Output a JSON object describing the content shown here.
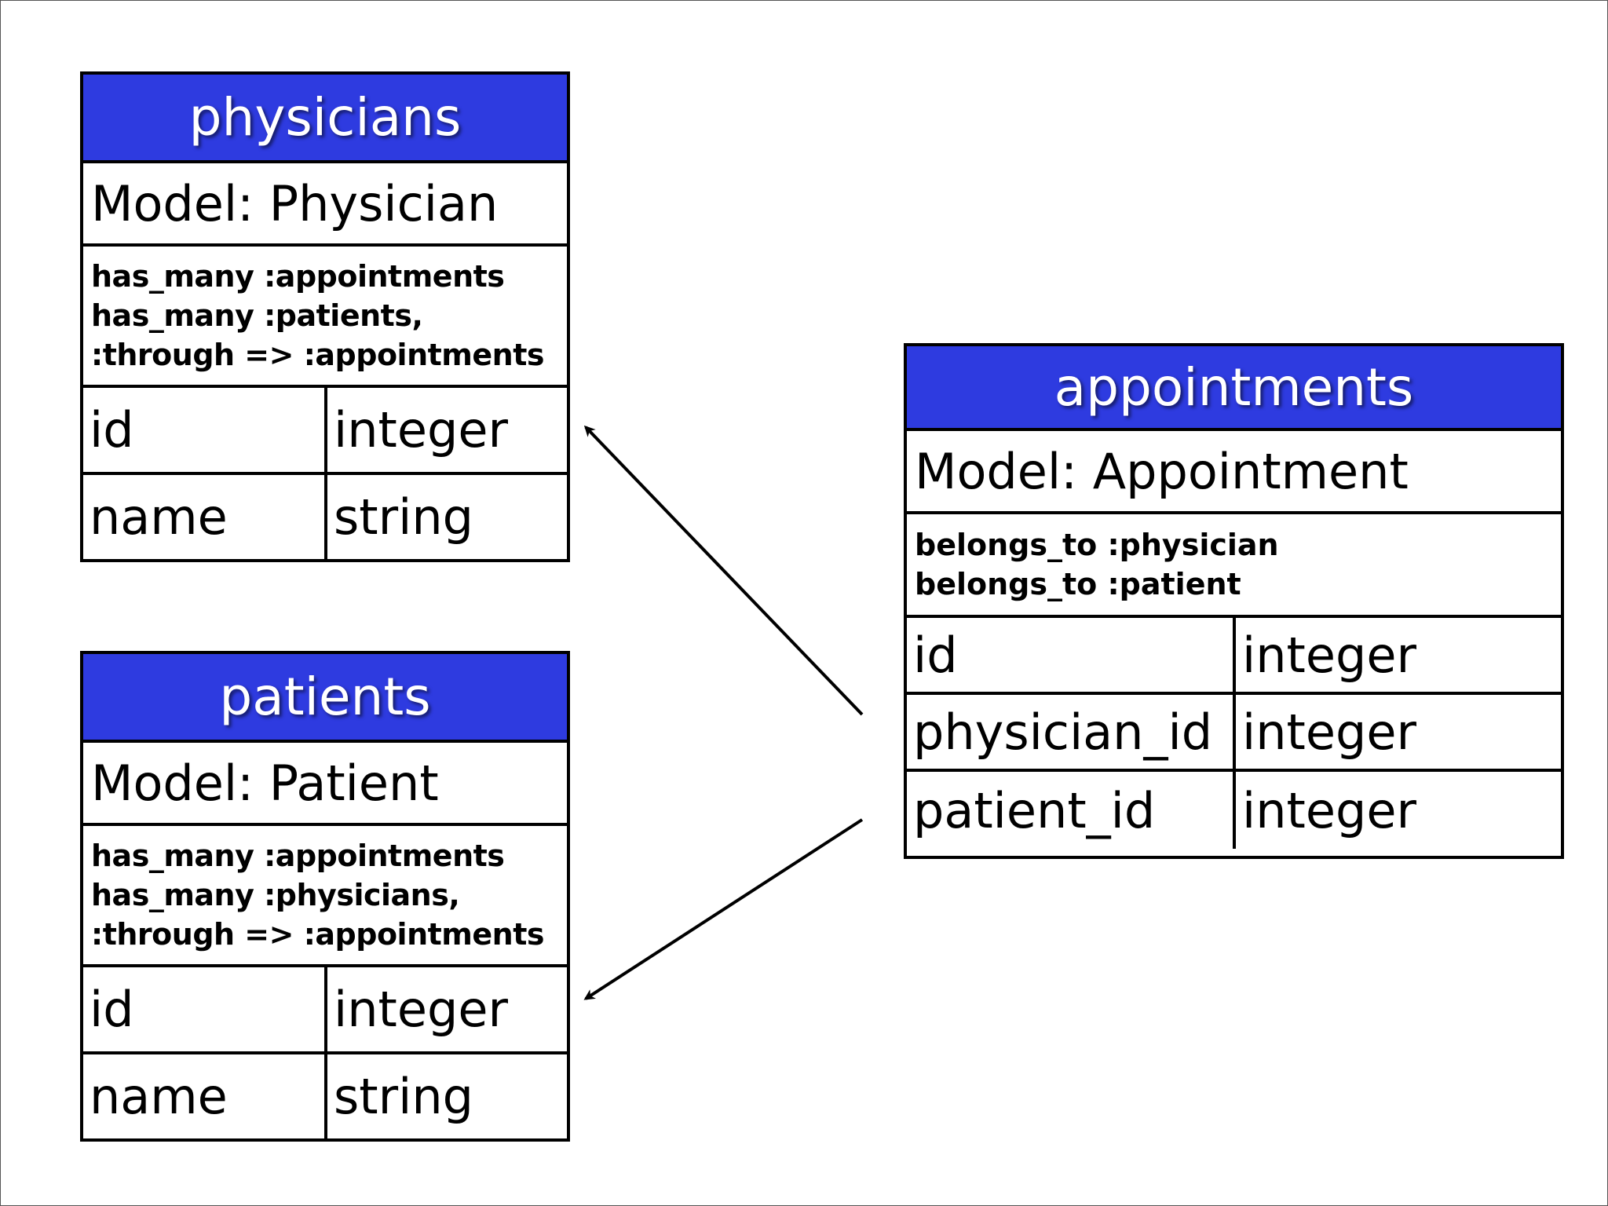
{
  "tables": {
    "physicians": {
      "title": "physicians",
      "model": "Model: Physician",
      "associations": [
        "has_many :appointments",
        "has_many :patients,",
        ":through => :appointments"
      ],
      "columns": [
        {
          "name": "id",
          "type": "integer"
        },
        {
          "name": "name",
          "type": "string"
        }
      ]
    },
    "patients": {
      "title": "patients",
      "model": "Model: Patient",
      "associations": [
        "has_many :appointments",
        "has_many :physicians,",
        ":through => :appointments"
      ],
      "columns": [
        {
          "name": "id",
          "type": "integer"
        },
        {
          "name": "name",
          "type": "string"
        }
      ]
    },
    "appointments": {
      "title": "appointments",
      "model": "Model: Appointment",
      "associations": [
        "belongs_to :physician",
        "belongs_to :patient"
      ],
      "columns": [
        {
          "name": "id",
          "type": "integer"
        },
        {
          "name": "physician_id",
          "type": "integer"
        },
        {
          "name": "patient_id",
          "type": "integer"
        }
      ]
    }
  },
  "relations": [
    {
      "from": "appointments",
      "to": "physicians"
    },
    {
      "from": "appointments",
      "to": "patients"
    }
  ],
  "colors": {
    "header_bg": "#2e3be0",
    "header_text": "#ffffff",
    "border": "#000000"
  }
}
